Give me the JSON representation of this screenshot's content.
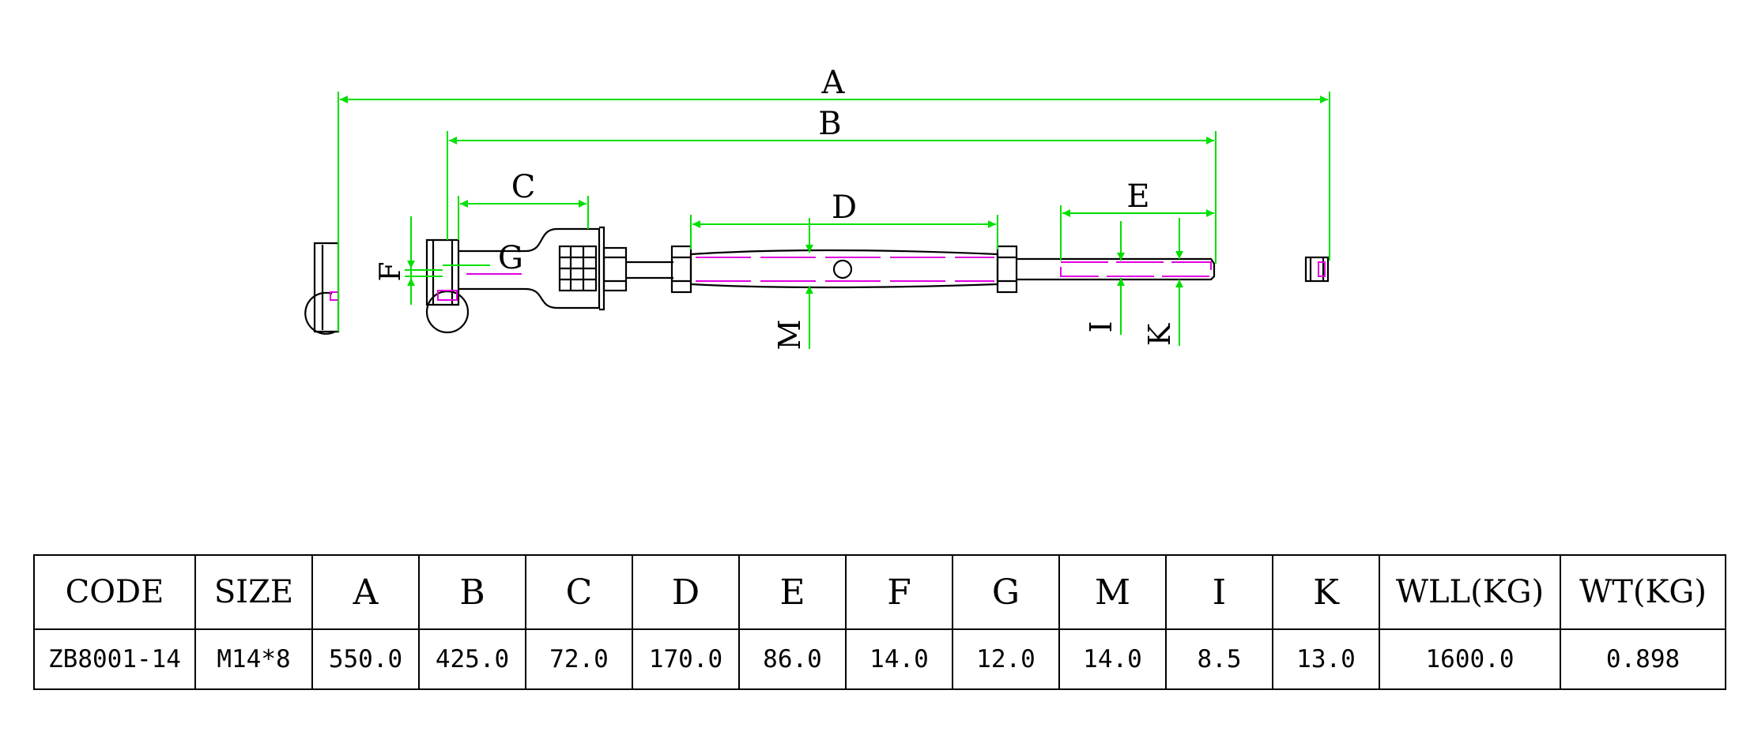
{
  "drawing": {
    "dimension_labels": [
      "A",
      "B",
      "C",
      "D",
      "E",
      "F",
      "G",
      "M",
      "I",
      "K"
    ],
    "colors": {
      "outline": "#000000",
      "dimension": "#00e000",
      "hidden": "#e000e0"
    }
  },
  "table": {
    "headers": [
      "CODE",
      "SIZE",
      "A",
      "B",
      "C",
      "D",
      "E",
      "F",
      "G",
      "M",
      "I",
      "K",
      "WLL(KG)",
      "WT(KG)"
    ],
    "rows": [
      [
        "ZB8001-14",
        "M14*8",
        "550.0",
        "425.0",
        "72.0",
        "170.0",
        "86.0",
        "14.0",
        "12.0",
        "14.0",
        "8.5",
        "13.0",
        "1600.0",
        "0.898"
      ]
    ]
  }
}
